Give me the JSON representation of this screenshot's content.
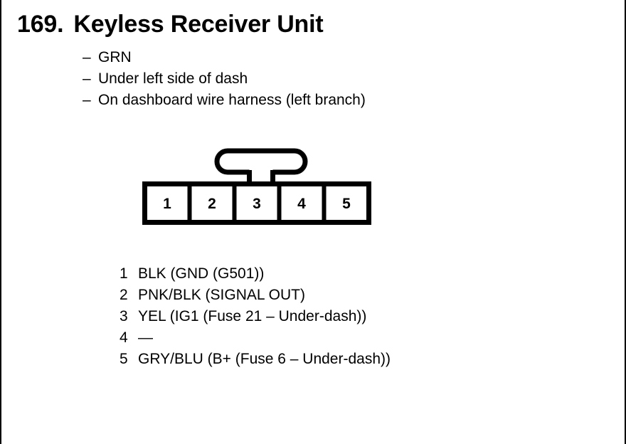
{
  "page": {
    "border_color": "#000000",
    "background_color": "#ffffff",
    "ink_color": "#000000"
  },
  "heading": {
    "number": "169.",
    "title": "Keyless Receiver Unit"
  },
  "notes": {
    "dash": "–",
    "items": [
      "GRN",
      "Under left side of dash",
      "On dashboard wire harness (left branch)"
    ]
  },
  "connector": {
    "latch_icon": "connector-latch-tab",
    "pins": [
      "1",
      "2",
      "3",
      "4",
      "5"
    ]
  },
  "pin_legend": {
    "rows": [
      {
        "pin": "1",
        "description": "BLK (GND (G501))"
      },
      {
        "pin": "2",
        "description": "PNK/BLK (SIGNAL OUT)"
      },
      {
        "pin": "3",
        "description": "YEL (IG1 (Fuse 21 – Under-dash))"
      },
      {
        "pin": "4",
        "description": "—"
      },
      {
        "pin": "5",
        "description": "GRY/BLU (B+ (Fuse 6 – Under-dash))"
      }
    ]
  }
}
